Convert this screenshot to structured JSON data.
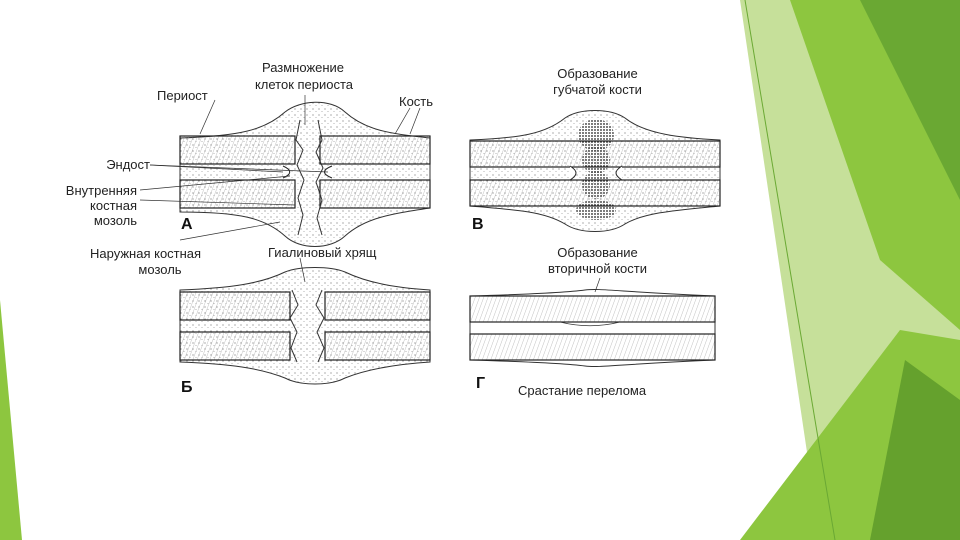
{
  "diagram": {
    "panels": [
      {
        "letter": "А",
        "stage_labels": [
          "Периост",
          "Размножение клеток периоста",
          "Кость",
          "Эндост",
          "Внутренняя костная мозоль",
          "Наружная костная мозоль"
        ]
      },
      {
        "letter": "Б",
        "stage_labels": [
          "Гиалиновый хрящ"
        ]
      },
      {
        "letter": "В",
        "stage_labels": [
          "Образование губчатой кости"
        ]
      },
      {
        "letter": "Г",
        "stage_labels": [
          "Образование вторичной кости",
          "Срастание перелома"
        ]
      }
    ],
    "labels": {
      "periost": "Периост",
      "razmnozhenie_1": "Размножение",
      "razmnozhenie_2": "клеток периоста",
      "kost": "Кость",
      "endost": "Эндост",
      "vnutr_1": "Внутренняя",
      "vnutr_2": "костная",
      "vnutr_3": "мозоль",
      "naruzh_1": "Наружная костная",
      "naruzh_2": "мозоль",
      "gialin": "Гиалиновый хрящ",
      "gubch_1": "Образование",
      "gubch_2": "губчатой кости",
      "vtorich_1": "Образование",
      "vtorich_2": "вторичной кости",
      "srastanie": "Срастание перелома"
    },
    "letters": {
      "a": "А",
      "b": "Б",
      "v": "В",
      "g": "Г"
    }
  },
  "theme": {
    "background": "#ffffff",
    "accent_light": "#c6e09a",
    "accent_mid": "#8dc63f",
    "accent_dark": "#5e9a2a",
    "line_color": "#222222"
  }
}
